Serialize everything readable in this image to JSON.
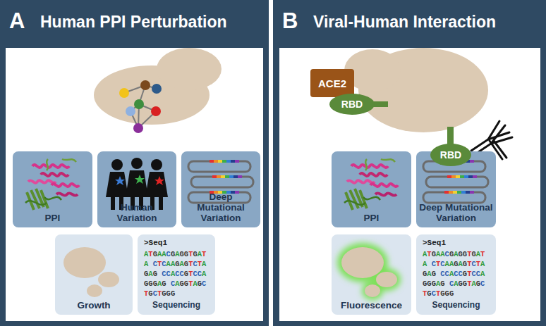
{
  "diagram": {
    "nodes": [
      {
        "text": [
          "A",
          "Human PPI Perturbation"
        ]
      },
      {
        "text": [
          "PPI"
        ],
        "in": 0
      },
      {
        "text": [
          "Human Variation"
        ],
        "in": 0
      },
      {
        "text": [
          "Deep Mutational Variation"
        ],
        "in": 0
      },
      {
        "text": [
          "Growth"
        ],
        "in": 0
      },
      {
        "text": [
          ">Seq1",
          "ATGAACGAGGTGATA CTCAAGAGTCTAGAG CCACCGTCCAGGGAG CAGGTAGCTGCTGGG",
          "Sequencing"
        ],
        "in": 0
      },
      {
        "text": [
          "B",
          "Viral-Human Interaction"
        ]
      },
      {
        "text": [
          "ACE2"
        ],
        "in": 6
      },
      {
        "text": [
          "RBD"
        ],
        "in": 6
      },
      {
        "text": [
          "RBD"
        ],
        "in": 6
      },
      {
        "text": [
          "PPI"
        ],
        "in": 6
      },
      {
        "text": [
          "Deep Mutational Variation"
        ],
        "in": 6
      },
      {
        "text": [
          "Fluorescence"
        ],
        "in": 6
      },
      {
        "text": [
          ">Seq1",
          "ATGAACGAGGTGATA CTCAAGAGTCTAGAG CCACCGTCCAGGGAG CAGGTAGCTGCTGGG",
          "Sequencing"
        ],
        "in": 6
      }
    ]
  }
}
